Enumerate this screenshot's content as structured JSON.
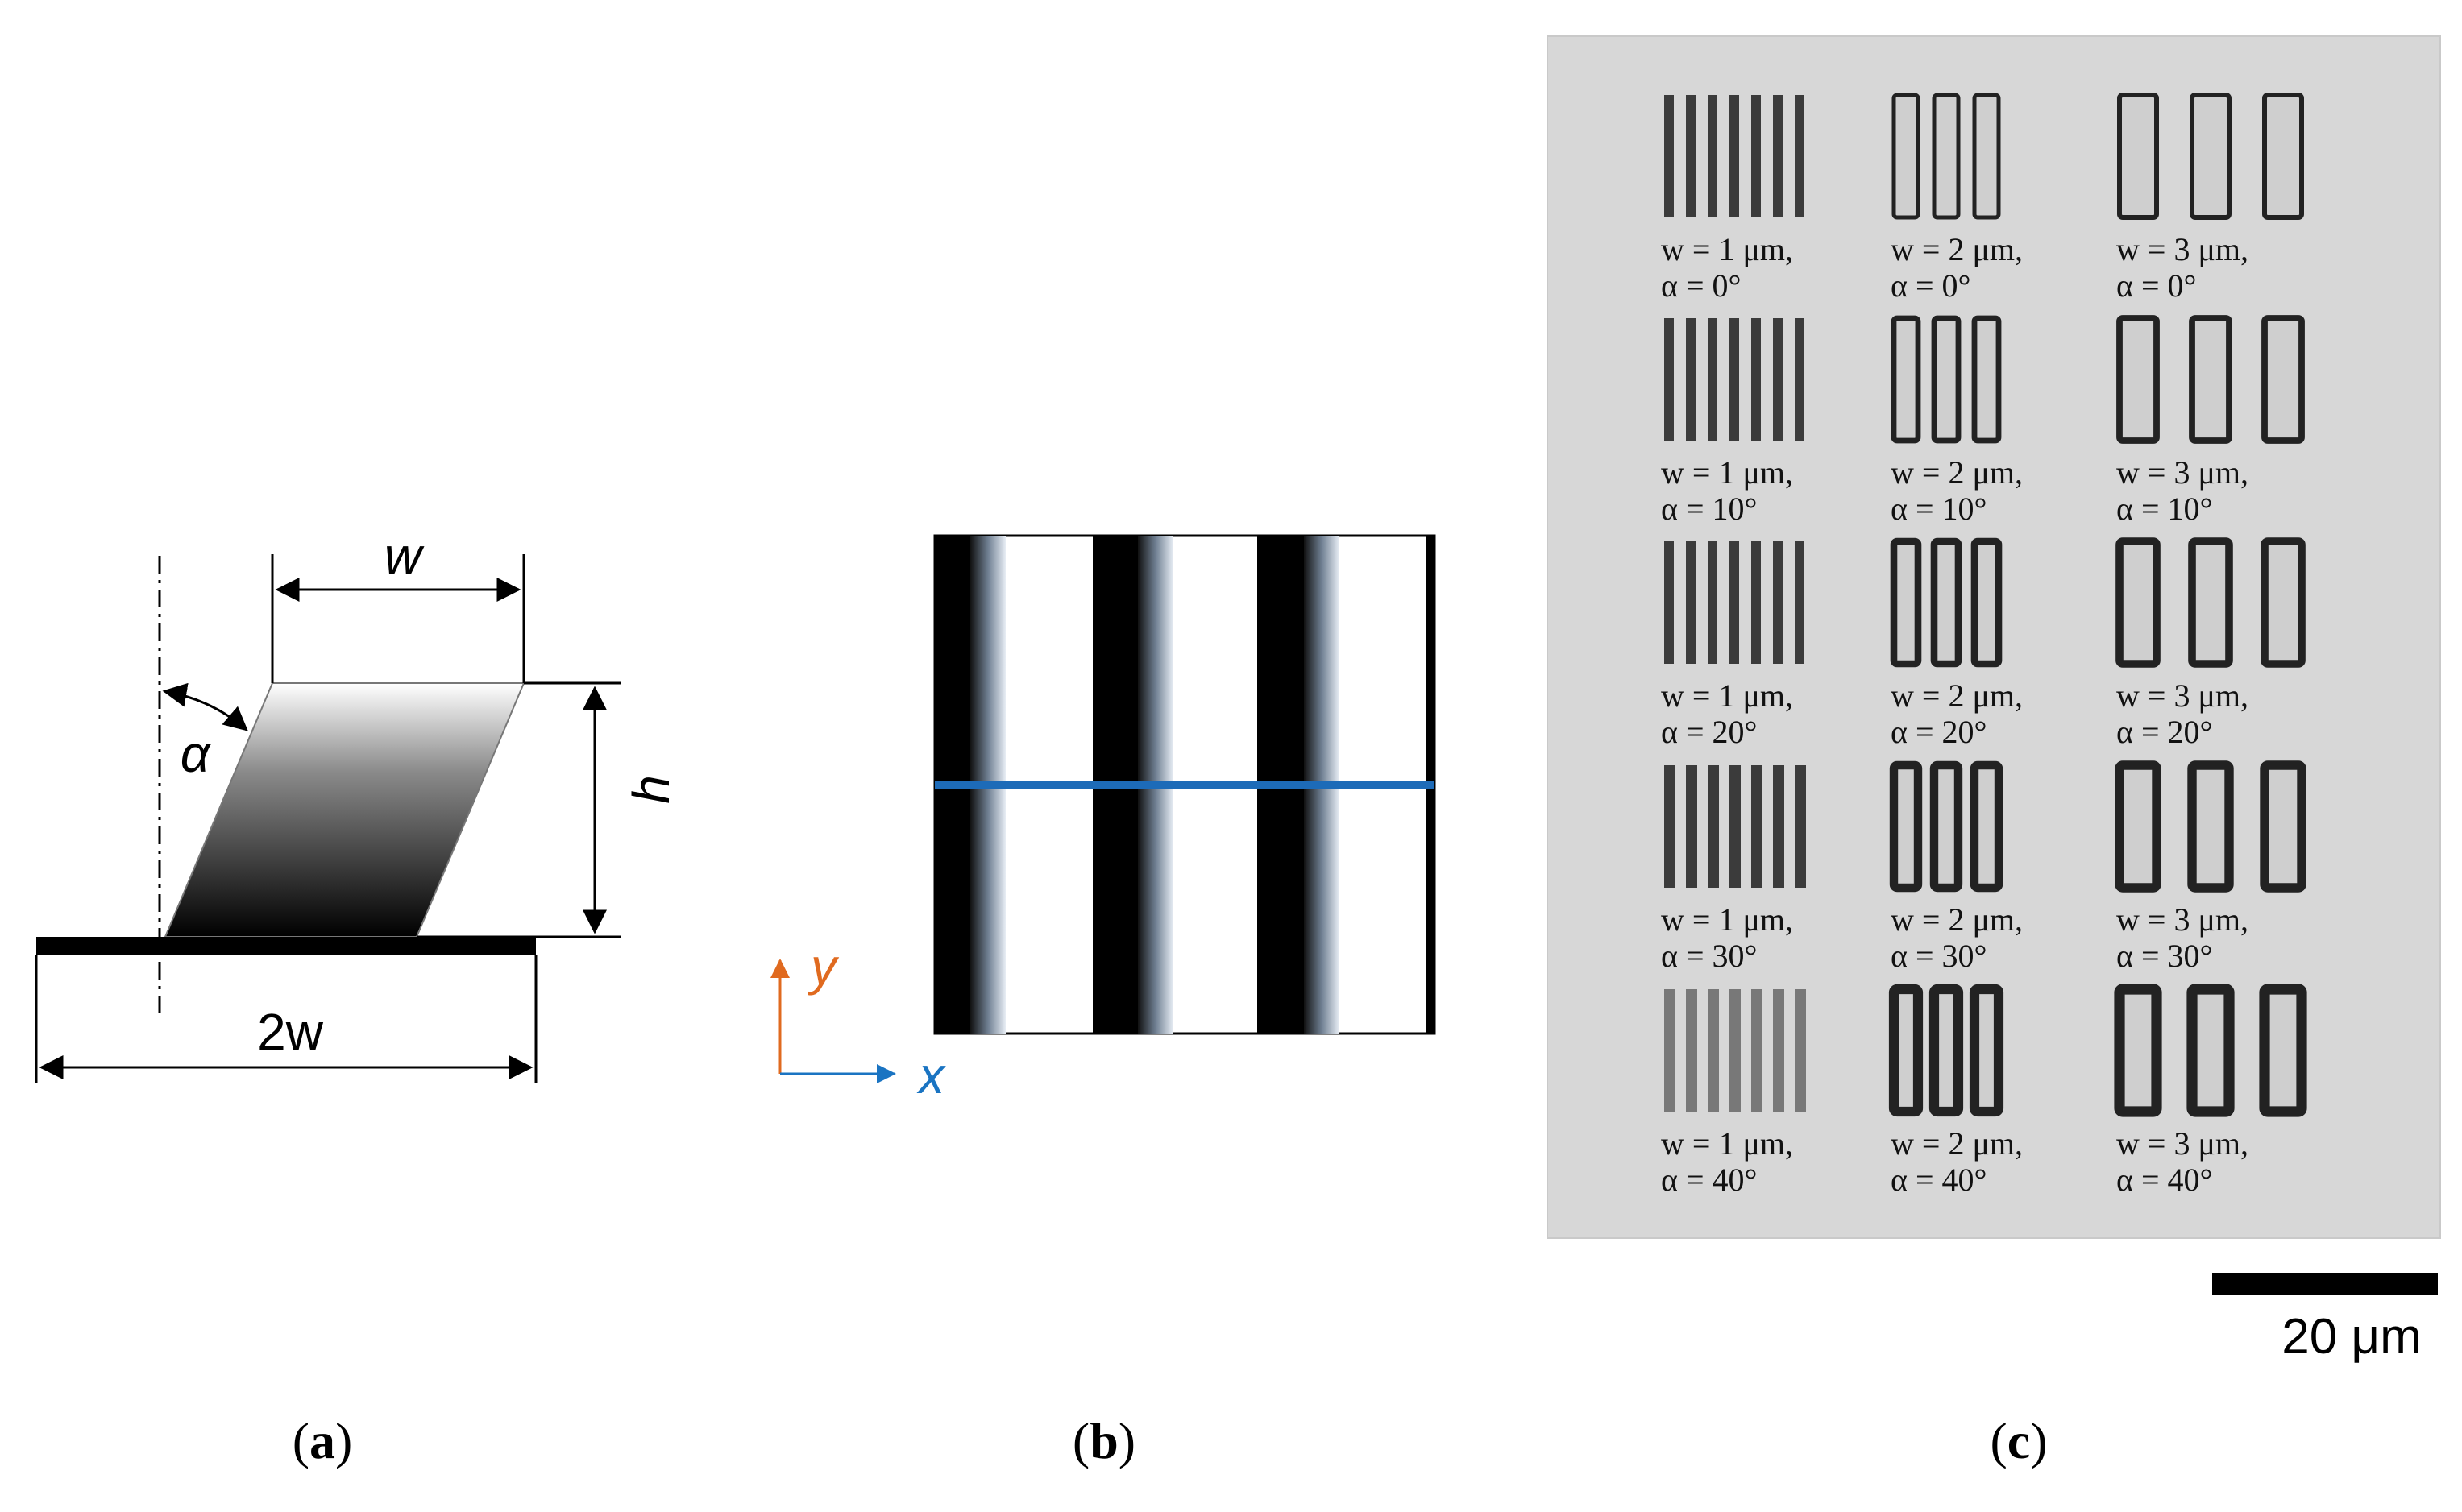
{
  "panel_a": {
    "w_label": "w",
    "alpha_label": "α",
    "h_label": "h",
    "base_label": "2w",
    "caption_open": "(",
    "caption_letter": "a",
    "caption_close": ")"
  },
  "panel_b": {
    "y_axis_label": "y",
    "x_axis_label": "x",
    "colors": {
      "y_axis": "#e06a1f",
      "x_axis": "#1a74c2",
      "profile_line": "#1d6bb8"
    },
    "caption_open": "(",
    "caption_letter": "b",
    "caption_close": ")"
  },
  "panel_c": {
    "cells": [
      {
        "w": "w = 1 μm,",
        "a": "α = 0°"
      },
      {
        "w": "w = 2 μm,",
        "a": "α = 0°"
      },
      {
        "w": "w = 3 μm,",
        "a": "α = 0°"
      },
      {
        "w": "w = 1 μm,",
        "a": "α = 10°"
      },
      {
        "w": "w = 2 μm,",
        "a": "α = 10°"
      },
      {
        "w": "w = 3 μm,",
        "a": "α = 10°"
      },
      {
        "w": "w = 1 μm,",
        "a": "α = 20°"
      },
      {
        "w": "w = 2 μm,",
        "a": "α = 20°"
      },
      {
        "w": "w = 3 μm,",
        "a": "α = 20°"
      },
      {
        "w": "w = 1 μm,",
        "a": "α = 30°"
      },
      {
        "w": "w = 2 μm,",
        "a": "α = 30°"
      },
      {
        "w": "w = 3 μm,",
        "a": "α = 30°"
      },
      {
        "w": "w = 1 μm,",
        "a": "α = 40°"
      },
      {
        "w": "w = 2 μm,",
        "a": "α = 40°"
      },
      {
        "w": "w = 3 μm,",
        "a": "α = 40°"
      }
    ],
    "scale_bar_label": "20 μm",
    "caption_open": "(",
    "caption_letter": "c",
    "caption_close": ")"
  }
}
